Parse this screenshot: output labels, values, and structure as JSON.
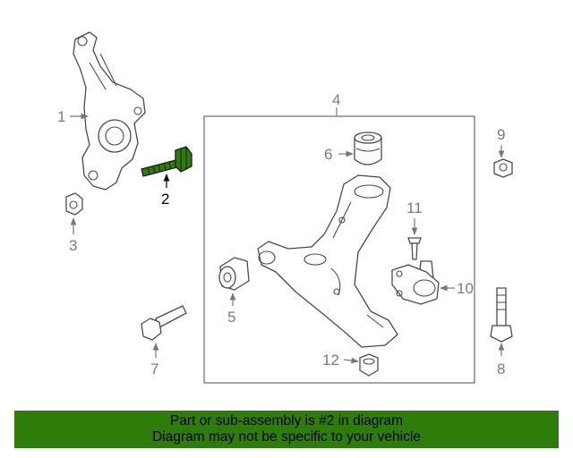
{
  "callouts": {
    "c1": "1",
    "c2": "2",
    "c3": "3",
    "c4": "4",
    "c5": "5",
    "c6": "6",
    "c7": "7",
    "c8": "8",
    "c9": "9",
    "c10": "10",
    "c11": "11",
    "c12": "12"
  },
  "highlight_color": "#2e7d0a",
  "banner": {
    "line1": "Part or sub-assembly is #2 in diagram",
    "line2": "Diagram may not be specific to your vehicle"
  }
}
